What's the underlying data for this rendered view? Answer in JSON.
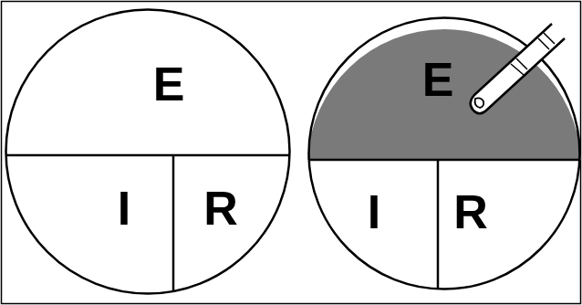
{
  "diagram": {
    "nodes": [
      {
        "text": [
          "E",
          "I",
          "R"
        ]
      },
      {
        "text": [
          "E",
          "I",
          "R"
        ]
      }
    ]
  }
}
